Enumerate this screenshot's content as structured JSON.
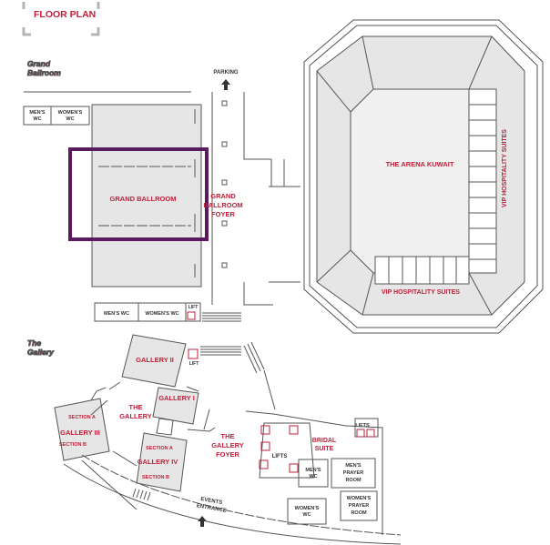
{
  "header": {
    "title": "FLOOR PLAN"
  },
  "colors": {
    "accent": "#c0203a",
    "highlight": "#5a1b5e",
    "room_fill": "#e6e6e6",
    "line": "#555555"
  },
  "sections": {
    "grand_ballroom": [
      "Grand",
      "Ballroom"
    ],
    "gallery": [
      "The",
      "Gallery"
    ]
  },
  "labels": {
    "parking": "PARKING",
    "mens_wc_top": [
      "MEN'S",
      "WC"
    ],
    "womens_wc_top": [
      "WOMEN'S",
      "WC"
    ],
    "grand_ballroom": "GRAND BALLROOM",
    "grand_ballroom_foyer": [
      "GRAND",
      "BALLROOM",
      "FOYER"
    ],
    "mens_wc_bottom": "MEN'S WC",
    "womens_wc_bottom": "WOMEN'S WC",
    "lift_ballroom": "LIFT",
    "arena": "THE ARENA KUWAIT",
    "vip_right": "VIP HOSPITALITY SUITES",
    "vip_bottom": "VIP HOSPITALITY SUITES",
    "gallery_ii": "GALLERY II",
    "lift_gallery": "LIFT",
    "gallery_i": "GALLERY I",
    "the_gallery": [
      "THE",
      "GALLERY"
    ],
    "gallery_iii": "GALLERY III",
    "section_a_iii": "SECTION A",
    "section_b_iii": "SECTION B",
    "section_a_iv": "SECTION A",
    "gallery_iv": "GALLERY IV",
    "section_b_iv": "SECTION B",
    "gallery_foyer": [
      "THE",
      "GALLERY",
      "FOYER"
    ],
    "lifts_middle": "LIFTS",
    "bridal_suite": [
      "BRIDAL",
      "SUITE"
    ],
    "lifts_right": "LIFTS",
    "mens_wc_gallery": [
      "MEN'S",
      "WC"
    ],
    "mens_prayer": [
      "MEN'S",
      "PRAYER",
      "ROOM"
    ],
    "events_entrance": [
      "EVENTS",
      "ENTRANCE"
    ],
    "womens_wc_gallery": [
      "WOMEN'S",
      "WC"
    ],
    "womens_prayer": [
      "WOMEN'S",
      "PRAYER",
      "ROOM"
    ]
  }
}
